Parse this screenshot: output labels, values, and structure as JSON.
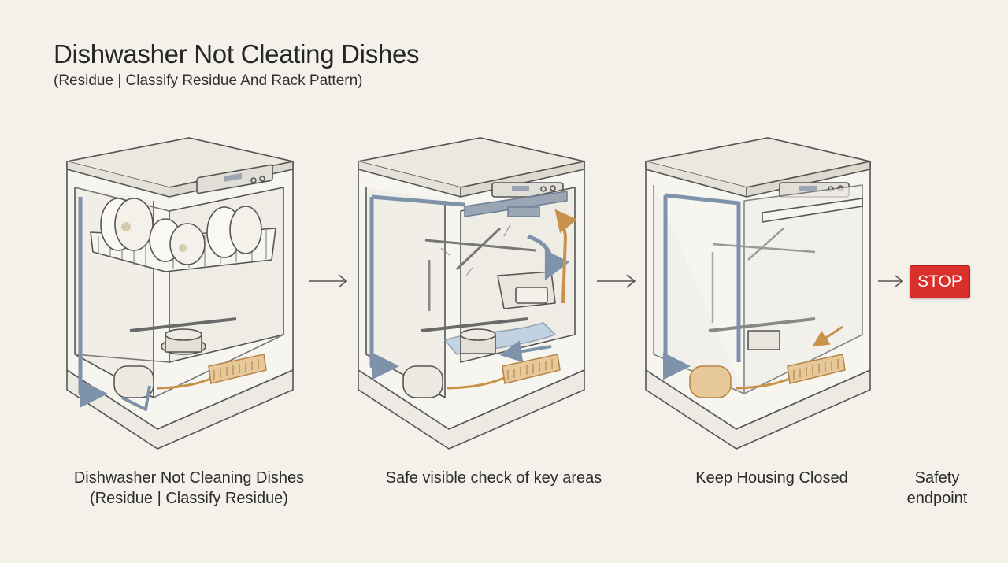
{
  "title": "Dishwasher Not Cleating Dishes",
  "subtitle": "(Residue | Classify Residue And Rack Pattern)",
  "steps": [
    {
      "caption_line1": "Dishwasher Not Cleaning Dishes",
      "caption_line2": "(Residue | Classify Residue)"
    },
    {
      "caption_line1": "Safe visible check of key areas",
      "caption_line2": ""
    },
    {
      "caption_line1": "Keep Housing Closed",
      "caption_line2": ""
    }
  ],
  "endpoint": {
    "badge": "STOP",
    "caption_line1": "Safety",
    "caption_line2": "endpoint"
  },
  "colors": {
    "background": "#f3f1ea",
    "line": "#555555",
    "water_path": "#7e93aa",
    "heater": "#c8924a",
    "stop": "#d9302b"
  }
}
